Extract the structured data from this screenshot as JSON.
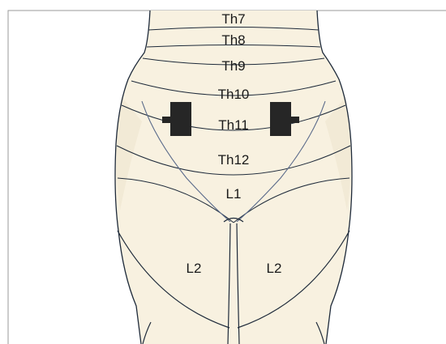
{
  "figure": {
    "dermatome_labels": {
      "th7": "Th7",
      "th8": "Th8",
      "th9": "Th9",
      "th10": "Th10",
      "th11": "Th11",
      "th12": "Th12",
      "l1": "L1",
      "l2_left": "L2",
      "l2_right": "L2"
    },
    "colors": {
      "skin": "#f8f1e0",
      "outline": "#1e2a3a",
      "electrode": "#262626",
      "inguinal_line": "#5a6a8a"
    },
    "electrode_count": 2
  }
}
